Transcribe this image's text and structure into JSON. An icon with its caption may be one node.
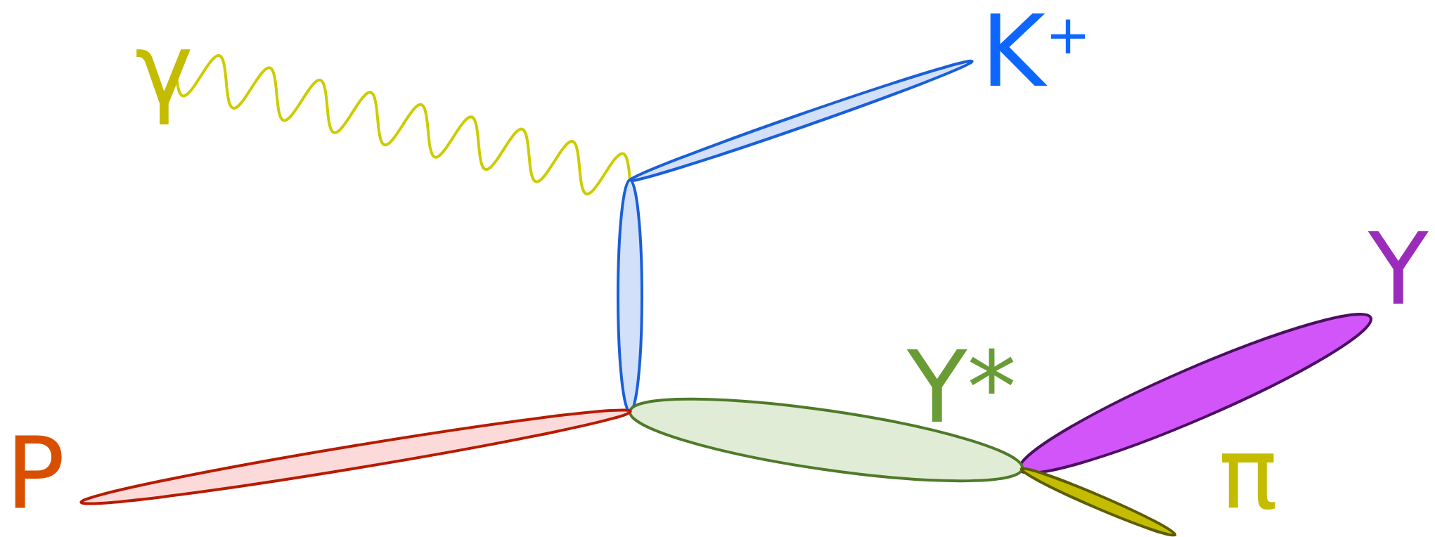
{
  "diagram": {
    "nodes": [
      {
        "text": [
          "γ"
        ]
      },
      {
        "text": [
          "K$^{+}$"
        ]
      },
      {
        "text": [],
        "shape": "ellipse"
      },
      {
        "text": [
          "Y"
        ]
      },
      {
        "text": [
          "Y*"
        ]
      },
      {
        "text": [
          "P"
        ]
      },
      {
        "text": [
          "π"
        ]
      }
    ],
    "edges": [
      {
        "from": 0,
        "to": 2,
        "arrow": "none"
      }
    ]
  }
}
